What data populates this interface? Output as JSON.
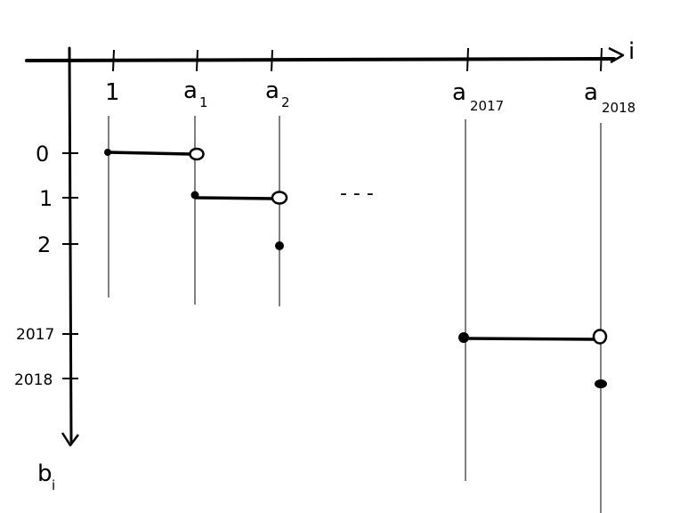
{
  "axes": {
    "x_name": "i",
    "y_name": "b",
    "y_name_sub": "i"
  },
  "x_ticks": [
    {
      "main": "1",
      "sub": ""
    },
    {
      "main": "a",
      "sub": "1"
    },
    {
      "main": "a",
      "sub": "2"
    },
    {
      "main": "a",
      "sub": "2017"
    },
    {
      "main": "a",
      "sub": "2018"
    }
  ],
  "y_ticks": [
    "0",
    "1",
    "2",
    "2017",
    "2018"
  ],
  "ellipsis": "- - -"
}
